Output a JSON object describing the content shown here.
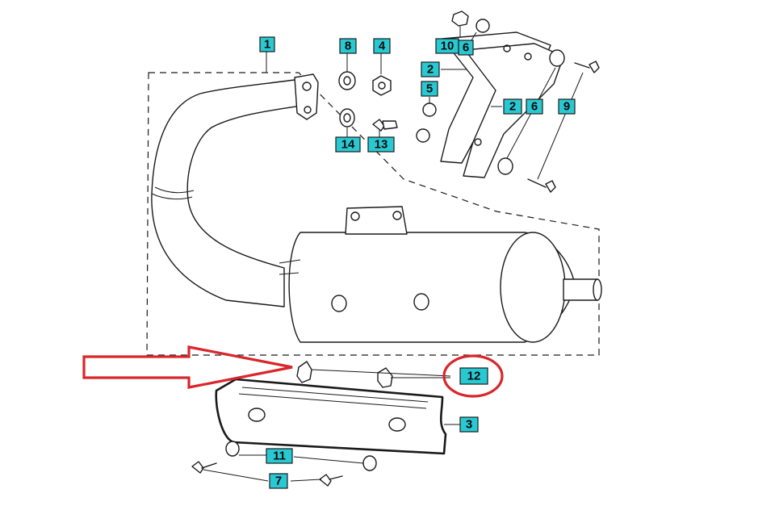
{
  "callouts": [
    {
      "id": "c1",
      "label": "1"
    },
    {
      "id": "c2a",
      "label": "2"
    },
    {
      "id": "c2b",
      "label": "2"
    },
    {
      "id": "c3",
      "label": "3"
    },
    {
      "id": "c4",
      "label": "4"
    },
    {
      "id": "c5",
      "label": "5"
    },
    {
      "id": "c6a",
      "label": "6"
    },
    {
      "id": "c6b",
      "label": "6"
    },
    {
      "id": "c7",
      "label": "7"
    },
    {
      "id": "c8",
      "label": "8"
    },
    {
      "id": "c9",
      "label": "9"
    },
    {
      "id": "c10",
      "label": "10"
    },
    {
      "id": "c11",
      "label": "11"
    },
    {
      "id": "c12",
      "label": "12"
    },
    {
      "id": "c13",
      "label": "13"
    },
    {
      "id": "c14",
      "label": "14"
    }
  ],
  "colors": {
    "callout_fill": "#29c9d3",
    "highlight_arrow": "#d9262b",
    "highlight_circle": "#d9262b",
    "line_art": "#1a1a1a"
  },
  "annotations": {
    "highlighted_part": "12",
    "arrow_target": "12"
  }
}
